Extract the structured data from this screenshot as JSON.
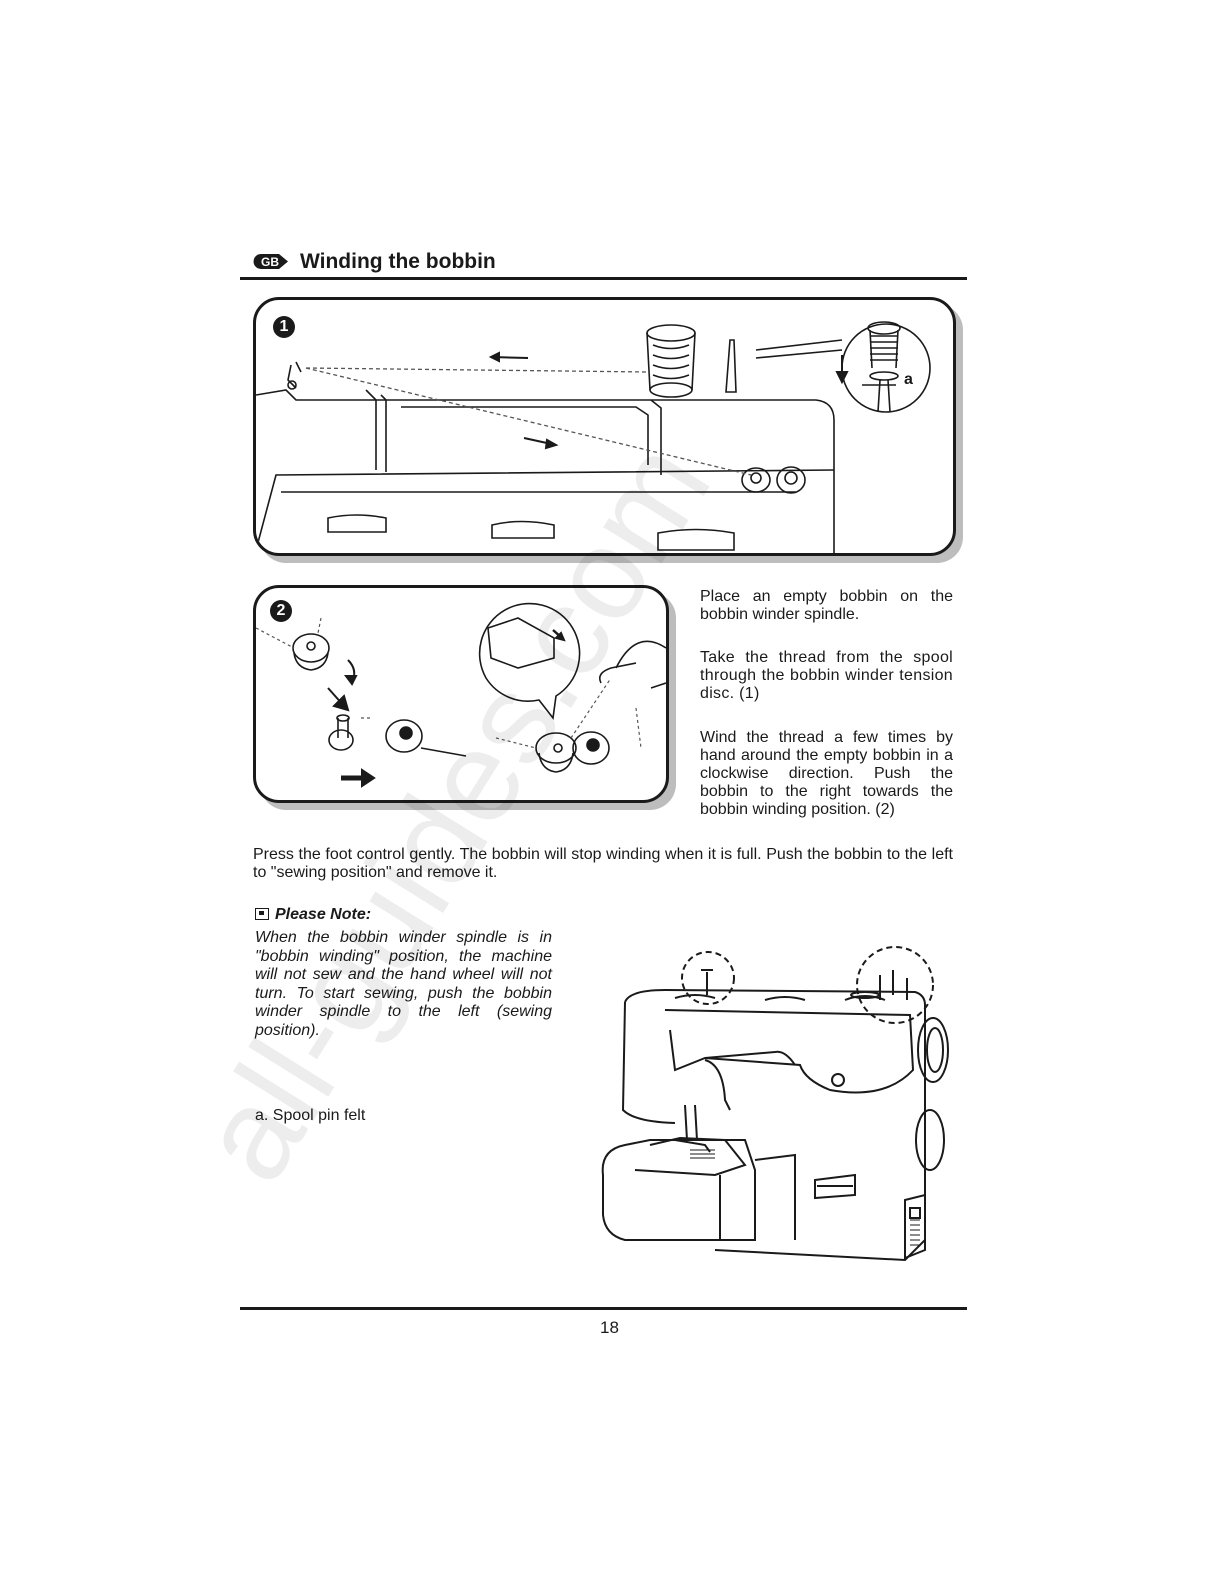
{
  "header": {
    "badge": "GB",
    "title": "Winding the bobbin"
  },
  "figures": {
    "step1": {
      "number": "1",
      "callout_label": "a"
    },
    "step2": {
      "number": "2"
    }
  },
  "instructions": {
    "p1": "Place an empty bobbin on the bobbin winder spindle.",
    "p2": "Take the thread from the spool through the bobbin winder tension disc. (1)",
    "p3": "Wind the thread a few times by hand around the empty bobbin in a clockwise direction. Push the bobbin to the right towards the bobbin winding position. (2)",
    "p4": "Press the foot control gently. The bobbin will stop winding when it is full. Push the bobbin to the left to \"sewing position\" and remove it."
  },
  "note": {
    "heading": "Please Note:",
    "body": "When the bobbin winder spindle is in \"bobbin winding\" position, the machine will not sew and the hand wheel will not turn. To start sewing, push the bobbin winder spindle to the left (sewing position)."
  },
  "legend": {
    "a": "a. Spool pin felt"
  },
  "footer": {
    "page_number": "18"
  },
  "watermark": {
    "text": "all-guides.com"
  }
}
